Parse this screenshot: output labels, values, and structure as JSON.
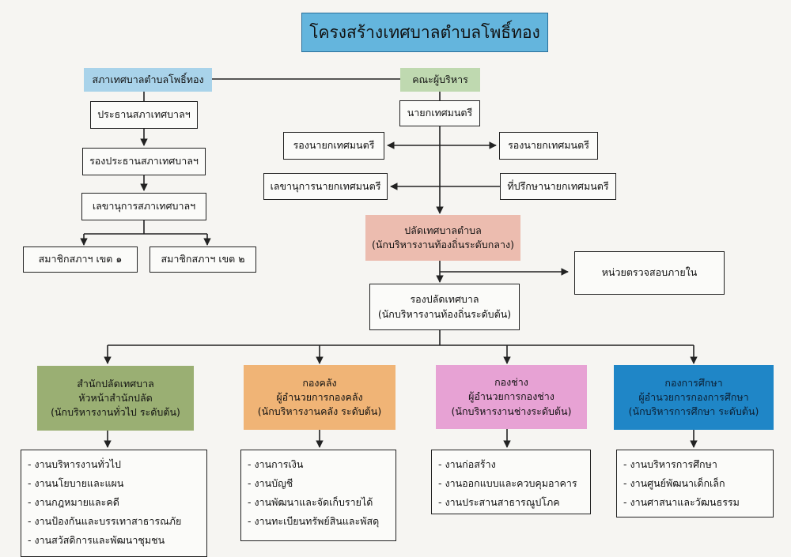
{
  "title": "โครงสร้างเทศบาลตำบลโพธิ์ทอง",
  "council": {
    "name": "สภาเทศบาลตำบลโพธิ์ทอง",
    "president": "ประธานสภาเทศบาลฯ",
    "vice_president": "รองประธานสภาเทศบาลฯ",
    "secretary": "เลขานุการสภาเทศบาลฯ",
    "member_1": "สมาชิกสภาฯ เขต ๑",
    "member_2": "สมาชิกสภาฯ เขต ๒"
  },
  "executive": {
    "name": "คณะผู้บริหาร",
    "mayor": "นายกเทศมนตรี",
    "deputy_left": "รองนายกเทศมนตรี",
    "deputy_right": "รองนายกเทศมนตรี",
    "secretary": "เลขานุการนายกเทศมนตรี",
    "advisor": "ที่ปรึกษานายกเทศมนตรี"
  },
  "clerk": {
    "line1": "ปลัดเทศบาลตำบล",
    "line2": "(นักบริหารงานท้องถิ่นระดับกลาง)"
  },
  "audit_unit": "หน่วยตรวจสอบภายใน",
  "deputy_clerk": {
    "line1": "รองปลัดเทศบาล",
    "line2": "(นักบริหารงานท้องถิ่นระดับต้น)"
  },
  "divisions": [
    {
      "line1": "สำนักปลัดเทศบาล",
      "line2": "หัวหน้าสำนักปลัด",
      "line3": "(นักบริหารงานทั่วไป ระดับต้น)",
      "color": "#9aaf73",
      "tasks": [
        "- งานบริหารงานทั่วไป",
        "- งานนโยบายและแผน",
        "- งานกฎหมายและคดี",
        "- งานป้องกันและบรรเทาสาธารณภัย",
        "- งานสวัสดิการและพัฒนาชุมชน"
      ]
    },
    {
      "line1": "กองคลัง",
      "line2": "ผู้อำนวยการกองคลัง",
      "line3": "(นักบริหารงานคลัง ระดับต้น)",
      "color": "#f0b476",
      "tasks": [
        "- งานการเงิน",
        "- งานบัญชี",
        "- งานพัฒนาและจัดเก็บรายได้",
        "- งานทะเบียนทรัพย์สินและพัสดุ"
      ]
    },
    {
      "line1": "กองช่าง",
      "line2": "ผู้อำนวยการกองช่าง",
      "line3": "(นักบริหารงานช่างระดับต้น)",
      "color": "#e7a2d4",
      "tasks": [
        "- งานก่อสร้าง",
        "- งานออกแบบและควบคุมอาคาร",
        "- งานประสานสาธารณูปโภค"
      ]
    },
    {
      "line1": "กองการศึกษา",
      "line2": "ผู้อำนวยการกองการศึกษา",
      "line3": "(นักบริหารการศึกษา ระดับต้น)",
      "color": "#1f86c7",
      "tasks": [
        "- งานบริหารการศึกษา",
        "- งานศูนย์พัฒนาเด็กเล็ก",
        "- งานศาสนาและวัฒนธรรม"
      ]
    }
  ],
  "colors": {
    "title_bg": "#64b5dd",
    "council_bg": "#a9d3ea",
    "executive_bg": "#bfd9b0",
    "clerk_bg": "#ecbcaf"
  }
}
